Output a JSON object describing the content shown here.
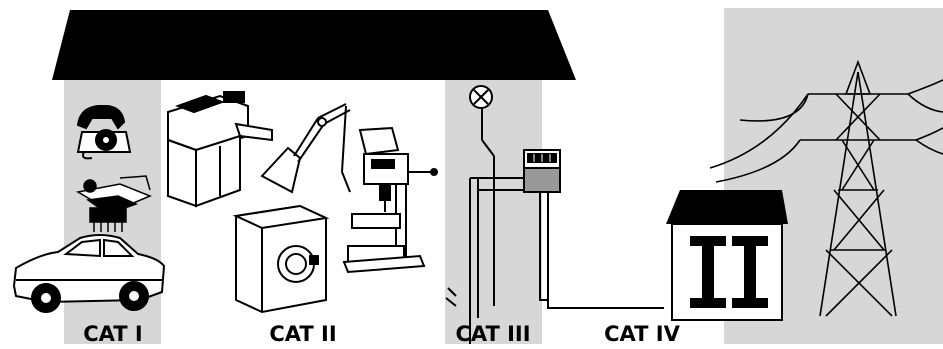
{
  "categories": [
    {
      "id": "cat1",
      "label": "CAT I"
    },
    {
      "id": "cat2",
      "label": "CAT II"
    },
    {
      "id": "cat3",
      "label": "CAT III"
    },
    {
      "id": "cat4",
      "label": "CAT IV"
    }
  ],
  "colors": {
    "zone": "#d7d7d7",
    "roof": "#000000",
    "line": "#000000",
    "background": "#ffffff"
  },
  "icons": [
    "telephone-icon",
    "circuit-chip-icon",
    "car-icon",
    "copier-icon",
    "desk-lamp-icon",
    "drill-press-icon",
    "washing-machine-icon",
    "light-bulb-icon",
    "distribution-panel-icon",
    "transformer-house-icon",
    "transmission-tower-icon"
  ]
}
